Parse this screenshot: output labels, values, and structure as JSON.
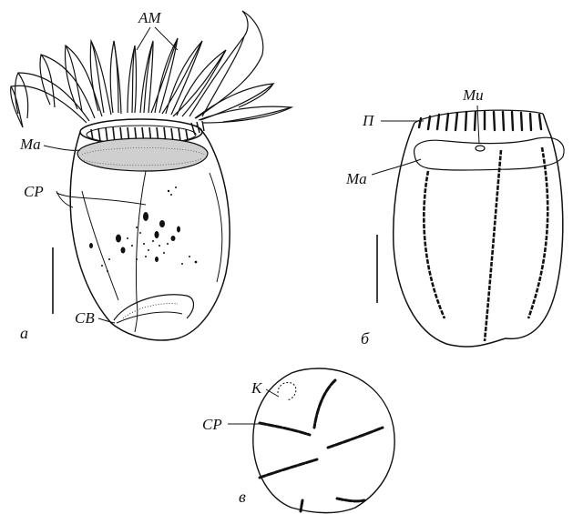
{
  "panels": {
    "a": {
      "panel_label": "а",
      "labels": {
        "am": "AM",
        "ma": "Ma",
        "sr": "CP",
        "sv": "CB"
      }
    },
    "b": {
      "panel_label": "б",
      "labels": {
        "mi": "Mи",
        "p": "П",
        "ma": "Ma"
      }
    },
    "c": {
      "panel_label": "в",
      "labels": {
        "k": "К",
        "sr": "CP"
      }
    }
  },
  "colors": {
    "ink": "#111111",
    "background": "#ffffff"
  }
}
